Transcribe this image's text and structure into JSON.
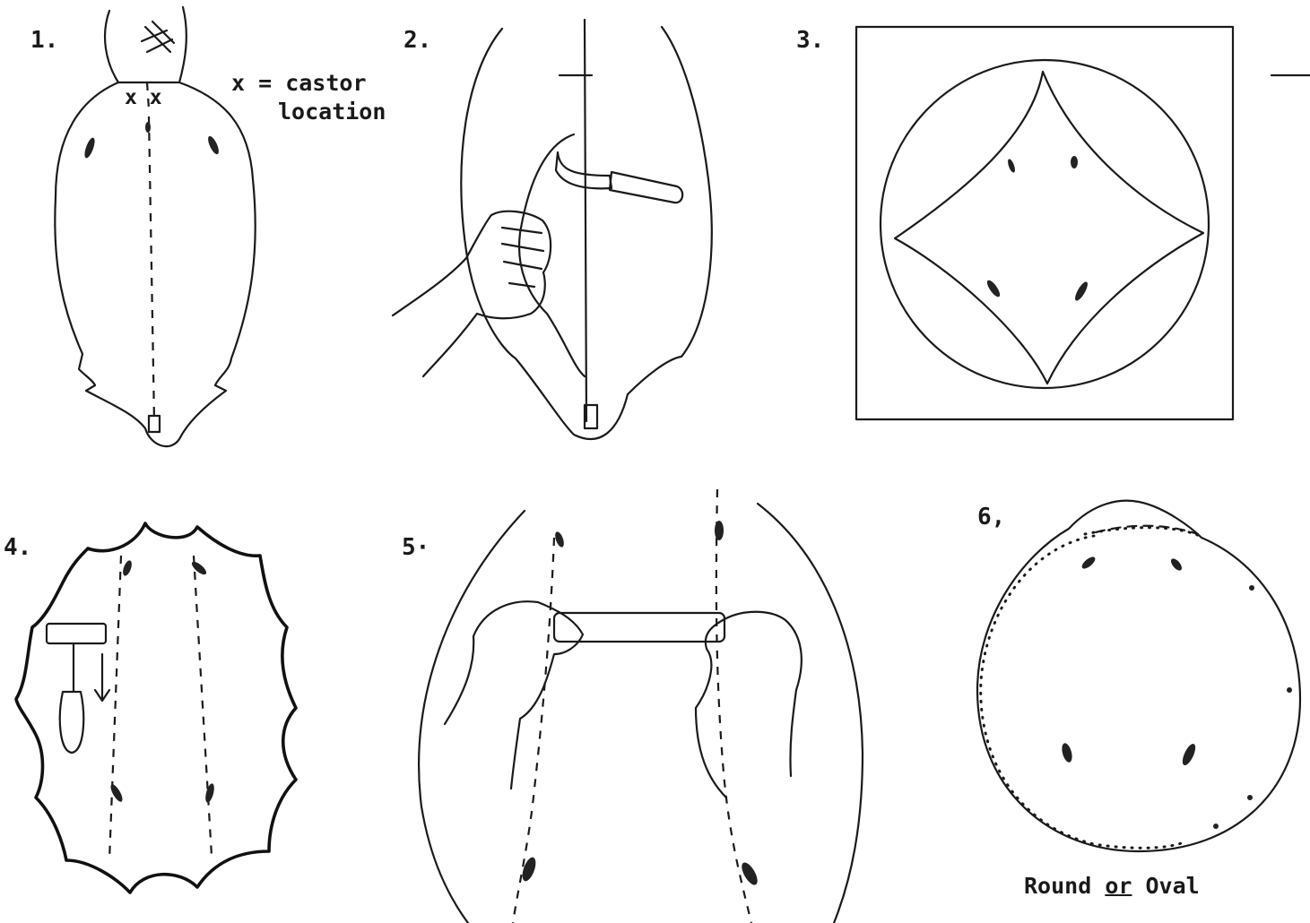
{
  "panels": [
    {
      "number": "1."
    },
    {
      "number": "2."
    },
    {
      "number": "3."
    },
    {
      "number": "4."
    },
    {
      "number": "5·"
    },
    {
      "number": "6,"
    }
  ],
  "panel1": {
    "castor_marks": "x x",
    "legend_line1": "x = castor",
    "legend_line2": "location"
  },
  "panel6": {
    "caption_before": "Round ",
    "caption_underlined": "or",
    "caption_after": " Oval"
  }
}
